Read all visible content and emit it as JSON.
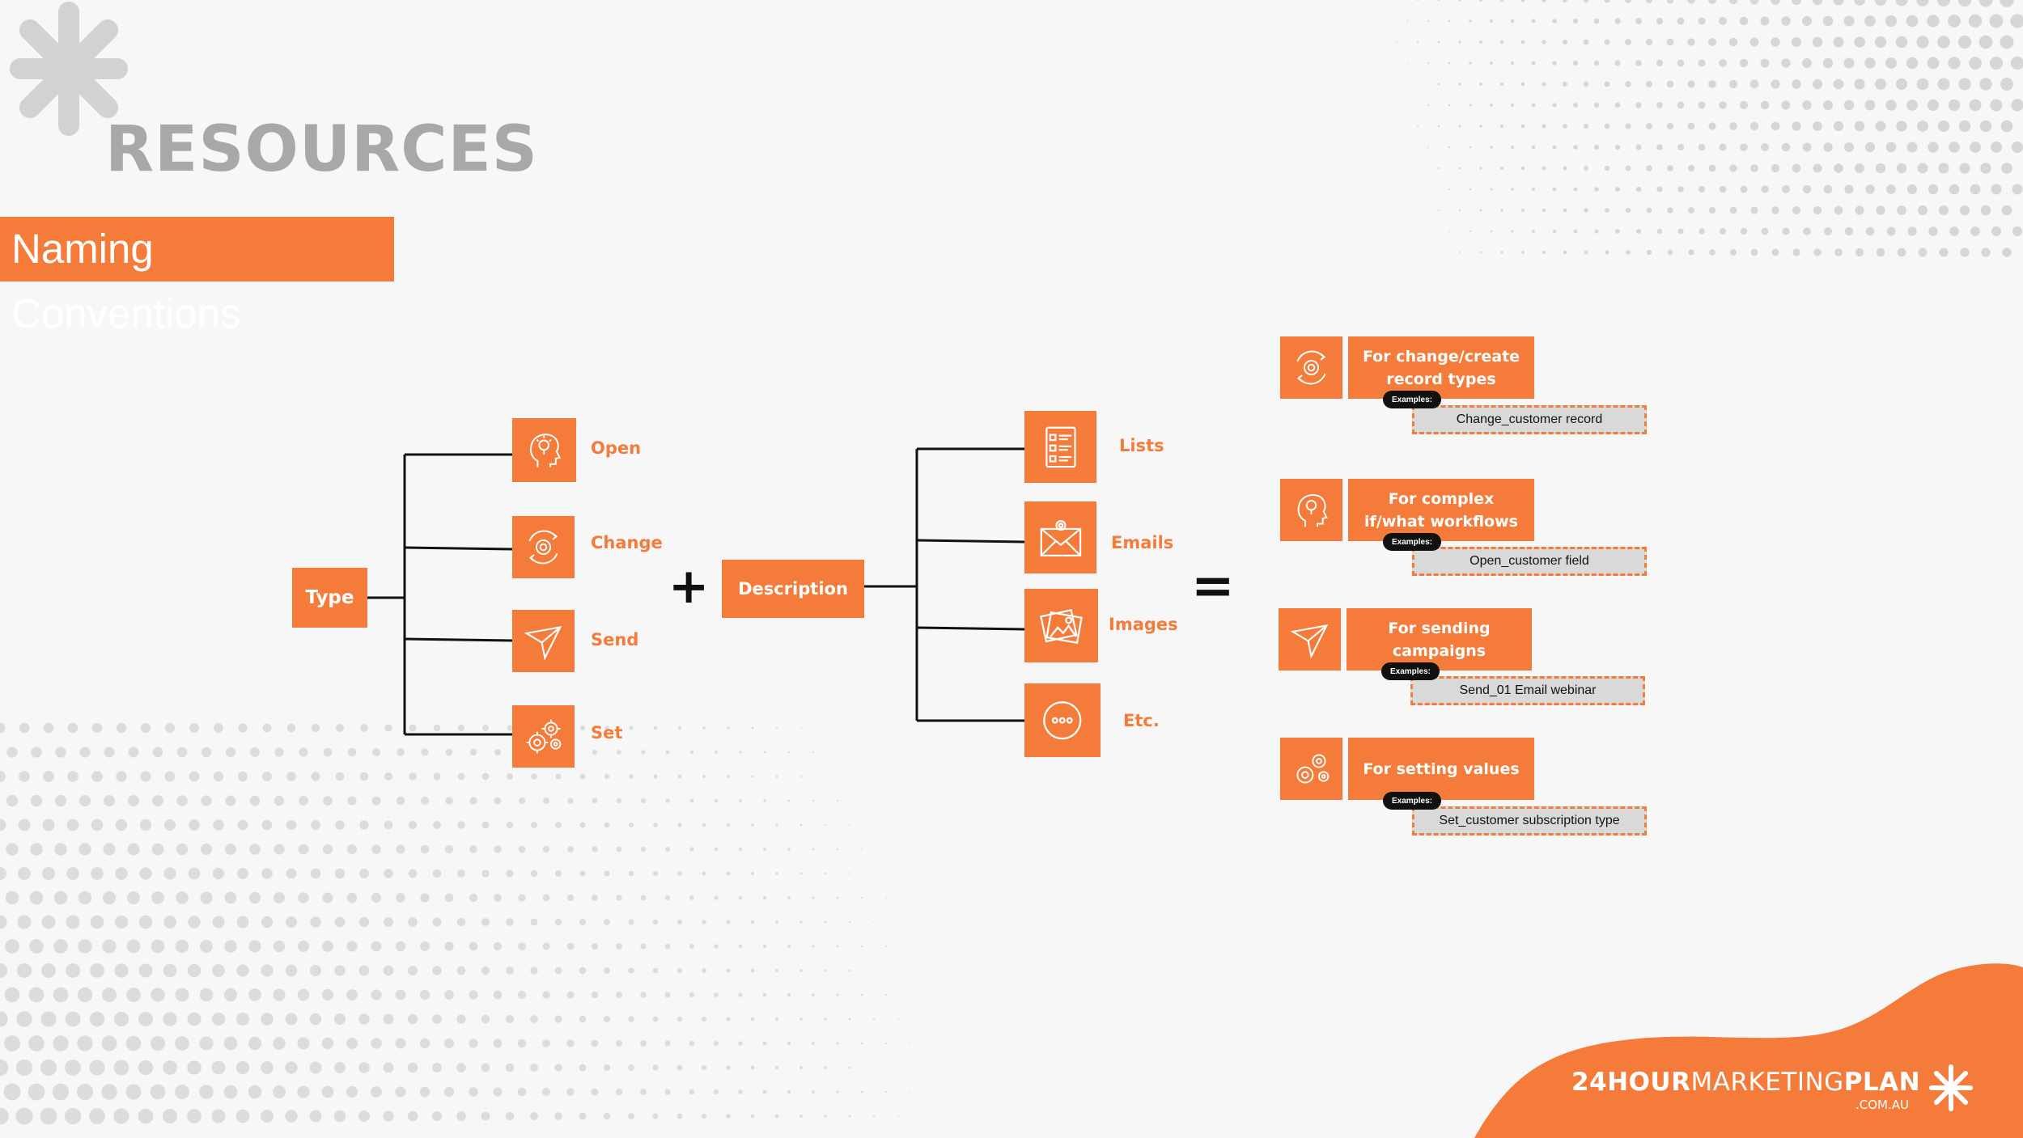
{
  "header": {
    "title": "RESOURCES",
    "subtitle": "Naming Conventions"
  },
  "type_node": "Type",
  "types": [
    {
      "label": "Open",
      "icon": "idea-head-icon"
    },
    {
      "label": "Change",
      "icon": "gear-refresh-icon"
    },
    {
      "label": "Send",
      "icon": "paper-plane-icon"
    },
    {
      "label": "Set",
      "icon": "gears-icon"
    }
  ],
  "plus": "+",
  "description_node": "Description",
  "descriptions": [
    {
      "label": "Lists",
      "icon": "checklist-icon"
    },
    {
      "label": "Emails",
      "icon": "envelope-icon"
    },
    {
      "label": "Images",
      "icon": "images-icon"
    },
    {
      "label": "Etc.",
      "icon": "more-dots-icon"
    }
  ],
  "equals": "=",
  "results": [
    {
      "text_1": "For change/create",
      "text_2": "record types",
      "examples_label": "Examples:",
      "example": "Change_customer record",
      "icon": "gear-refresh-icon"
    },
    {
      "text_1": "For complex",
      "text_2": "if/what workflows",
      "examples_label": "Examples:",
      "example": "Open_customer field",
      "icon": "idea-head-icon"
    },
    {
      "text_1": "For sending",
      "text_2": "campaigns",
      "examples_label": "Examples:",
      "example": "Send_01 Email webinar",
      "icon": "paper-plane-icon"
    },
    {
      "text_1": "For setting values",
      "text_2": "",
      "examples_label": "Examples:",
      "example": "Set_customer subscription type",
      "icon": "gears-icon"
    }
  ],
  "footer": {
    "brand_bold_1": "24HOUR",
    "brand_light": "MARKETING",
    "brand_bold_2": "PLAN",
    "brand_sub": ".COM.AU"
  },
  "colors": {
    "accent": "#f47b3a",
    "title_gray": "#a8a8ab",
    "background": "#f7f7f8"
  }
}
